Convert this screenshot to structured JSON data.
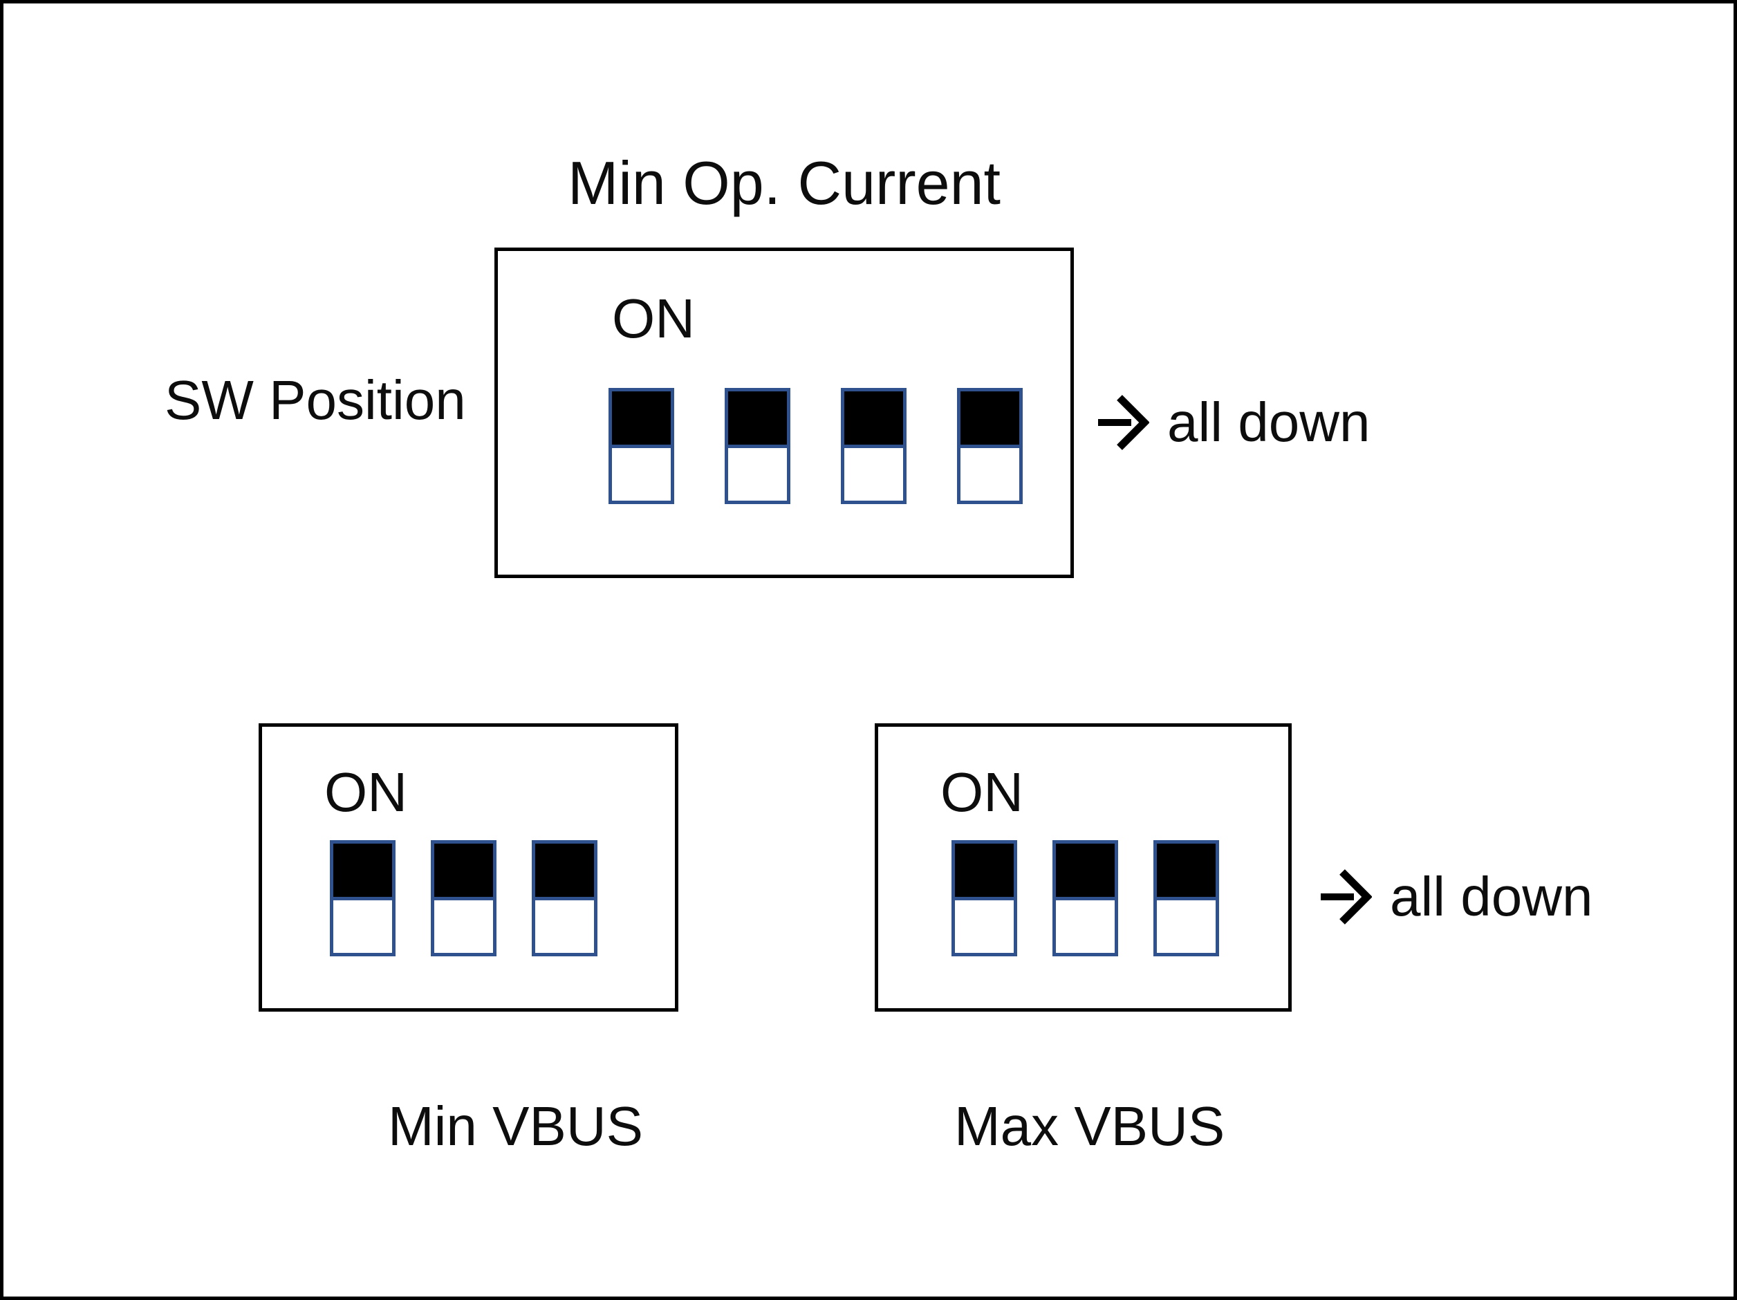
{
  "figure": {
    "title": "Min Op. Current",
    "side_label": "SW Position",
    "panels": [
      {
        "id": "min-op-current",
        "on_label": "ON",
        "switches": [
          "down",
          "down",
          "down",
          "down"
        ]
      },
      {
        "id": "min-vbus",
        "on_label": "ON",
        "caption": "Min VBUS",
        "switches": [
          "down",
          "down",
          "down"
        ]
      },
      {
        "id": "max-vbus",
        "on_label": "ON",
        "caption": "Max VBUS",
        "switches": [
          "down",
          "down",
          "down"
        ]
      }
    ],
    "annotations": [
      {
        "icon": "right-arrow",
        "text": "all down"
      },
      {
        "icon": "right-arrow",
        "text": "all down"
      }
    ],
    "colors": {
      "switch_border": "#2F528F",
      "switch_on_segment": "#000000",
      "switch_off_segment": "#FFFFFF",
      "box_outline": "#000000",
      "text": "#0d0d0d"
    }
  }
}
